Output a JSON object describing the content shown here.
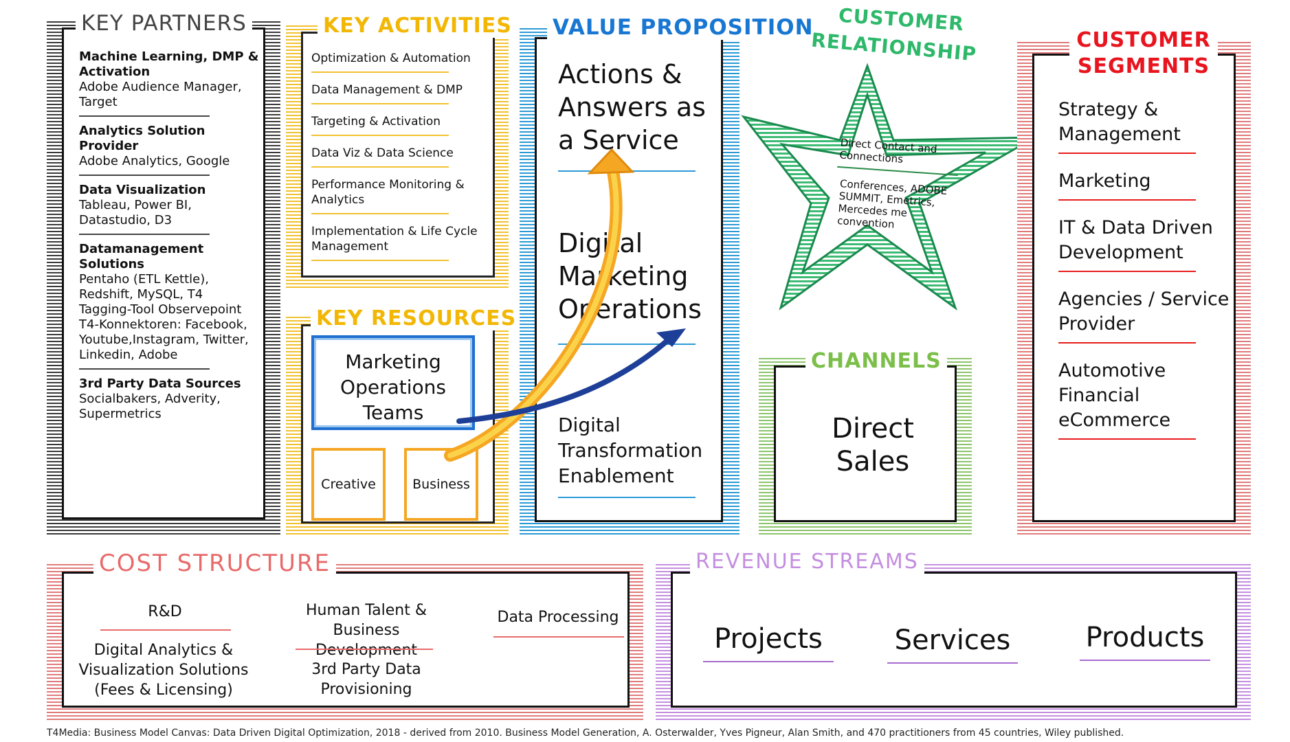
{
  "key_partners": {
    "title": "KEY PARTNERS",
    "groups": [
      {
        "heading": "Machine Learning, DMP & Activation",
        "body": "Adobe Audience Manager, Target"
      },
      {
        "heading": "Analytics Solution Provider",
        "body": "Adobe Analytics, Google"
      },
      {
        "heading": "Data Visualization",
        "body": "Tableau, Power BI, Datastudio, D3"
      },
      {
        "heading": "Datamanagement Solutions",
        "body": "Pentaho (ETL Kettle), Redshift, MySQL, T4 Tagging-Tool Observepoint T4-Konnektoren: Facebook, Youtube,Instagram, Twitter, Linkedin, Adobe"
      },
      {
        "heading": "3rd Party Data Sources",
        "body": "Socialbakers, Adverity, Supermetrics"
      }
    ]
  },
  "key_activities": {
    "title": "KEY ACTIVITIES",
    "items": [
      "Optimization & Automation",
      "Data Management & DMP",
      "Targeting & Activation",
      "Data Viz & Data Science",
      "Performance Monitoring & Analytics",
      "Implementation & Life Cycle Management"
    ]
  },
  "key_resources": {
    "title": "KEY RESOURCES",
    "main": "Marketing Operations Teams",
    "sub1": "Creative",
    "sub2": "Business"
  },
  "value_proposition": {
    "title": "VALUE PROPOSITION",
    "items": [
      "Actions & Answers as a Service",
      "Digital Marketing Operations",
      "Digital Transformation Enablement"
    ]
  },
  "customer_relationship": {
    "title_line1": "CUSTOMER",
    "title_line2": "RELATIONSHIP",
    "item1": "Direct Contact and Connections",
    "item2": "Conferences, ADOBE SUMMIT, Emetrics, Mercedes me convention"
  },
  "channels": {
    "title": "CHANNELS",
    "body": "Direct Sales"
  },
  "customer_segments": {
    "title": "CUSTOMER SEGMENTS",
    "items": [
      "Strategy & Management",
      "Marketing",
      "IT & Data Driven Development",
      "Agencies / Service Provider",
      "Automotive Financial eCommerce"
    ]
  },
  "cost_structure": {
    "title": "COST STRUCTURE",
    "col1_a": "R&D",
    "col1_b": "Digital Analytics & Visualization Solutions (Fees & Licensing)",
    "col2_a": "Human Talent & Business Development",
    "col2_b": "3rd Party Data Provisioning",
    "col3_a": "Data Processing"
  },
  "revenue_streams": {
    "title": "REVENUE STREAMS",
    "items": [
      "Projects",
      "Services",
      "Products"
    ]
  },
  "footer": {
    "text": "T4Media: Business Model Canvas: Data Driven Digital Optimization, 2018 - derived from 2010. Business Model Generation, A. Osterwalder, Yves Pigneur, Alan Smith, and 470 practitioners from 45 countries, Wiley published."
  },
  "colors": {
    "partners": "#3a3a3a",
    "activities": "#f2c12e",
    "value": "#2a9ad6",
    "relationship": "#3dbb74",
    "channels": "#8cc46a",
    "segments": "#e05a5a",
    "cost": "#e07a7a",
    "revenue": "#c48ee0",
    "segments_title": "#e8141e"
  }
}
